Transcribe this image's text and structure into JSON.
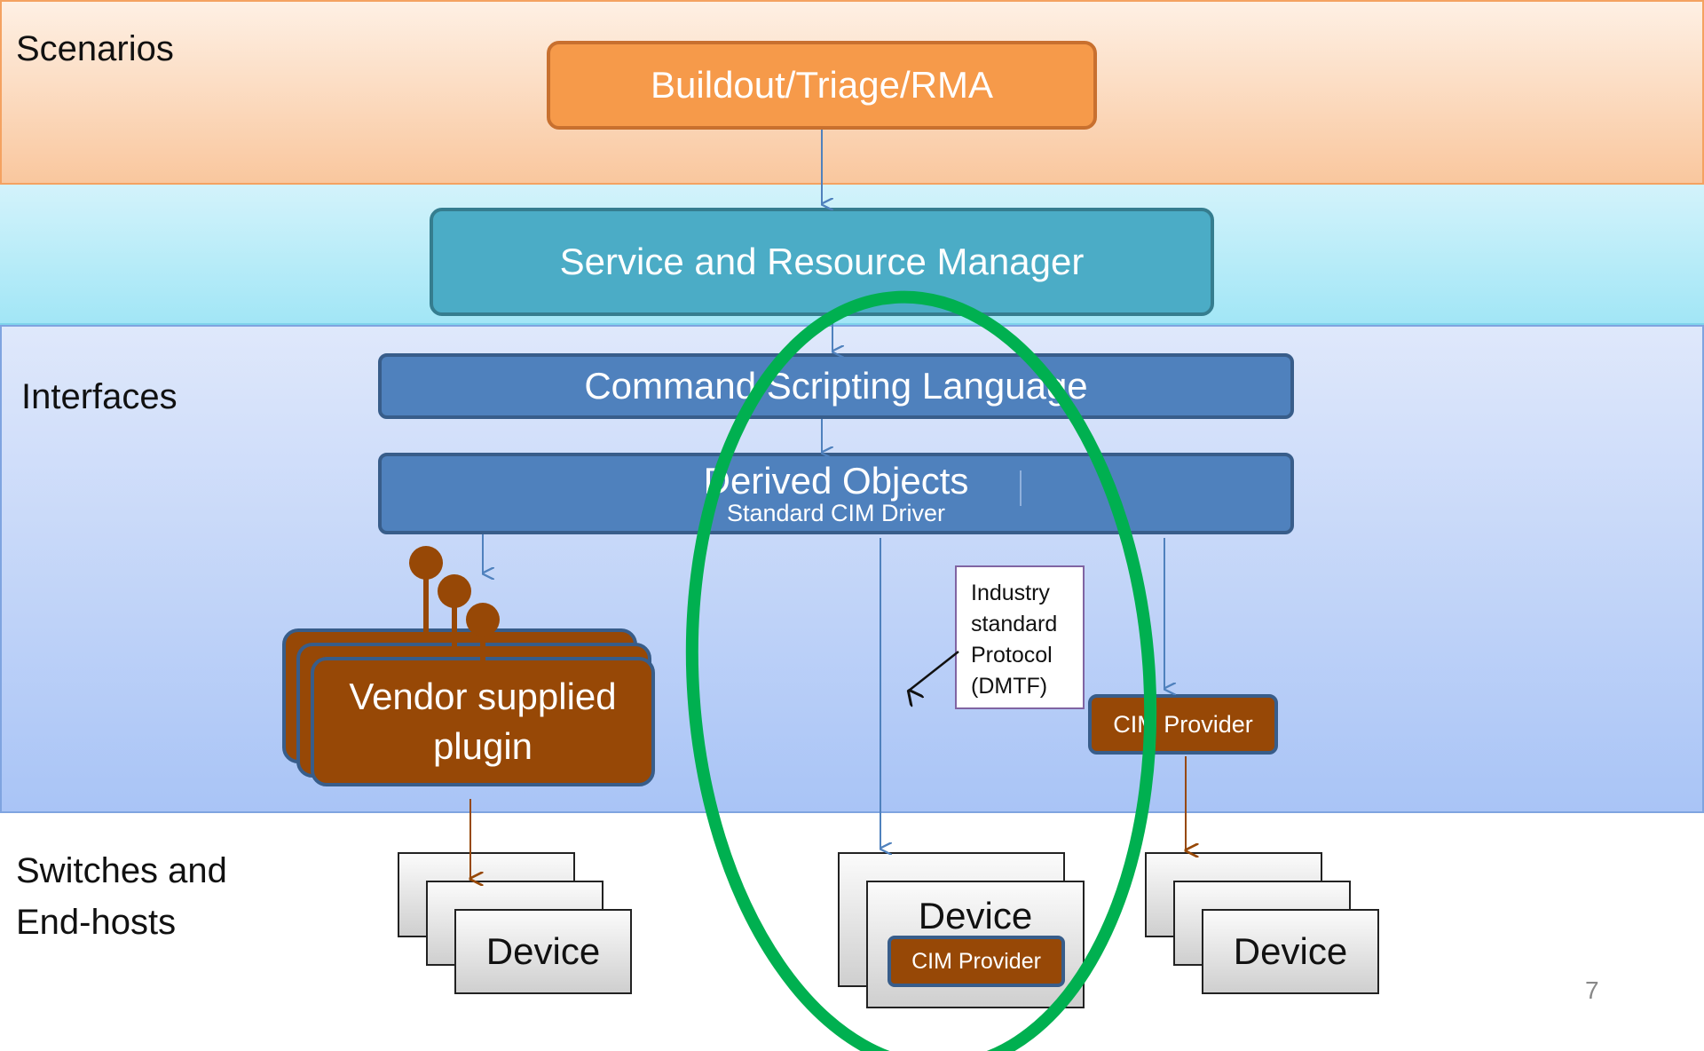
{
  "layers": {
    "scenarios": "Scenarios",
    "interfaces": "Interfaces",
    "switches": "Switches and End-hosts"
  },
  "boxes": {
    "buildout": "Buildout/Triage/RMA",
    "service_manager": "Service and Resource Manager",
    "command_scripting": "Command Scripting Language",
    "derived_objects": "Derived Objects",
    "standard_cim": "Standard CIM Driver",
    "vendor_plugin": "Vendor supplied plugin",
    "cim_provider": "CIM Provider"
  },
  "note": {
    "lines": [
      "Industry",
      "standard",
      "Protocol",
      "(DMTF)"
    ]
  },
  "devices": {
    "label": "Device",
    "embedded_provider": "CIM Provider"
  },
  "page_number": "7",
  "colors": {
    "scenario_band": "#f9c79e",
    "service_band": "#a2e6f6",
    "interface_band": "#a9c4f6",
    "orange_box": "#f69a4a",
    "teal_box": "#4bacc6",
    "blue_box": "#4f81bd",
    "brown_box": "#974806",
    "highlight_ellipse": "#00b050"
  }
}
